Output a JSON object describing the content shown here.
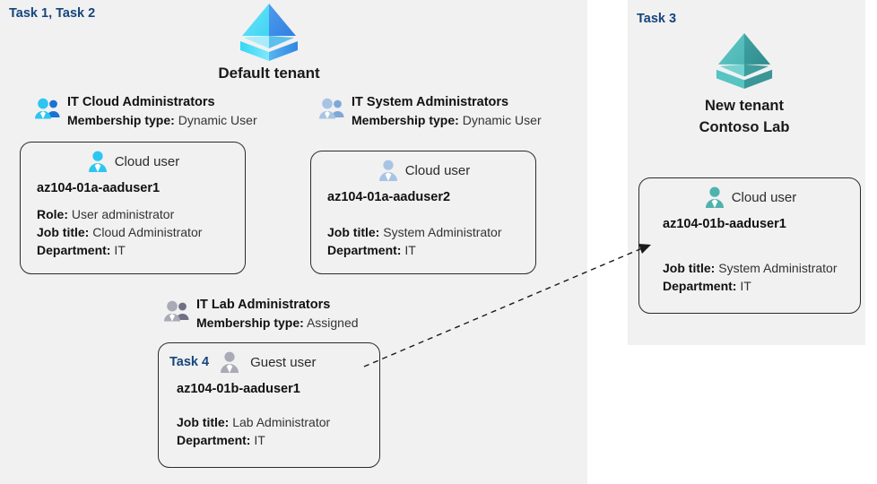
{
  "panels": {
    "left": {
      "task_label": "Task 1, Task 2"
    },
    "right": {
      "task_label": "Task 3"
    }
  },
  "tenants": {
    "default": {
      "icon": "tenant-pyramid-icon",
      "title": "Default tenant",
      "color": "#3fa9f5"
    },
    "new": {
      "icon": "tenant-pyramid-icon",
      "line1": "New  tenant",
      "line2": "Contoso Lab",
      "color": "#4bb5b0"
    }
  },
  "groups": [
    {
      "id": "cloud",
      "icon": "group-users-icon",
      "name": "IT Cloud Administrators",
      "meta_label": "Membership type:",
      "meta_value": "Dynamic User",
      "color": "#22b4ea"
    },
    {
      "id": "system",
      "icon": "group-users-icon",
      "name": "IT System Administrators",
      "meta_label": "Membership type:",
      "meta_value": "Dynamic User",
      "color": "#9cb9dd"
    },
    {
      "id": "lab",
      "icon": "group-users-icon",
      "name": "IT Lab Administrators",
      "meta_label": "Membership type:",
      "meta_value": "Assigned",
      "color": "#9a9aa6"
    }
  ],
  "cards": [
    {
      "id": "aaduser1",
      "avatar": "cloud-user-icon",
      "head_label": "Cloud user",
      "user": "az104-01a-aaduser1",
      "props": [
        {
          "label": "Role:",
          "value": "User administrator"
        },
        {
          "label": "Job title:",
          "value": "Cloud Administrator"
        },
        {
          "label": "Department:",
          "value": "IT"
        }
      ]
    },
    {
      "id": "aaduser2",
      "avatar": "cloud-user-icon",
      "head_label": "Cloud user",
      "user": "az104-01a-aaduser2",
      "props": [
        {
          "label": "Job title:",
          "value": "System Administrator"
        },
        {
          "label": "Department:",
          "value": "IT"
        }
      ]
    },
    {
      "id": "guest",
      "avatar": "guest-user-icon",
      "task": "Task 4",
      "head_label": "Guest user",
      "user": "az104-01b-aaduser1",
      "props": [
        {
          "label": "Job title:",
          "value": "Lab Administrator"
        },
        {
          "label": "Department:",
          "value": "IT"
        }
      ]
    },
    {
      "id": "b-aaduser1",
      "avatar": "cloud-user-icon",
      "head_label": "Cloud user",
      "user": "az104-01b-aaduser1",
      "props": [
        {
          "label": "Job title:",
          "value": "System Administrator"
        },
        {
          "label": "Department:",
          "value": "IT"
        }
      ]
    }
  ],
  "connector": {
    "name": "guest-to-new-tenant-arrow",
    "style": "dashed",
    "color": "#1a1a1a"
  }
}
